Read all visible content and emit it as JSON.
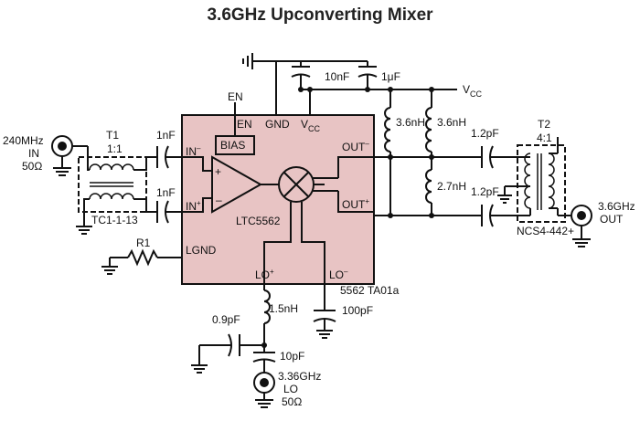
{
  "title": "3.6GHz Upconverting Mixer",
  "colors": {
    "ic_fill": "#e8c4c4",
    "wire": "#111111"
  },
  "chip": {
    "part": "LTC5562",
    "pins": {
      "en": "EN",
      "gnd": "GND",
      "vcc": "V",
      "vcc_sub": "CC",
      "in_minus": "IN",
      "in_minus_sup": "–",
      "in_plus": "IN",
      "in_plus_sup": "+",
      "out_minus": "OUT",
      "out_minus_sup": "–",
      "out_plus": "OUT",
      "out_plus_sup": "+",
      "lgnd": "LGND",
      "lo_plus": "LO",
      "lo_plus_sup": "+",
      "lo_minus": "LO",
      "lo_minus_sup": "–"
    },
    "bias": "BIAS",
    "amp_plus": "+",
    "amp_minus": "–",
    "ref": "5562 TA01a"
  },
  "en_label": "EN",
  "vcc_rail": {
    "label": "V",
    "sub": "CC"
  },
  "supply_caps": {
    "c1": "10nF",
    "c2": "1μF"
  },
  "input": {
    "freq": "240MHz",
    "name": "IN",
    "impedance": "50Ω"
  },
  "t1": {
    "name": "T1",
    "ratio": "1:1",
    "part": "TC1-1-13"
  },
  "input_caps": {
    "top": "1nF",
    "bottom": "1nF"
  },
  "r1": "R1",
  "output_inductors": {
    "l1": "3.6nH",
    "l2": "3.6nH",
    "l3": "2.7nH"
  },
  "output_caps": {
    "top": "1.2pF",
    "bottom": "1.2pF"
  },
  "t2": {
    "name": "T2",
    "ratio": "4:1",
    "part": "NCS4-442+"
  },
  "output": {
    "freq": "3.6GHz",
    "name": "OUT"
  },
  "lo_network": {
    "inductor": "1.5nH",
    "shunt_cap": "0.9pF",
    "series_cap": "10pF",
    "lo_minus_cap": "100pF"
  },
  "lo_port": {
    "freq": "3.36GHz",
    "name": "LO",
    "impedance": "50Ω"
  }
}
